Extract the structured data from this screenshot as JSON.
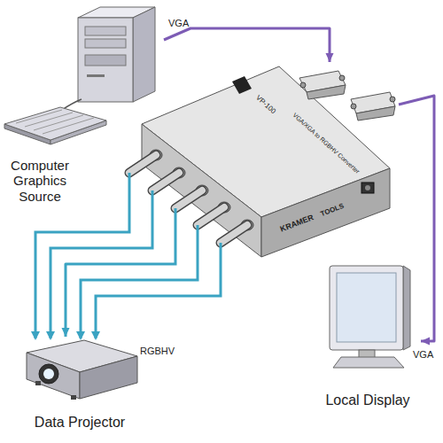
{
  "diagram": {
    "nodes": [
      {
        "text": [
          "Computer Graphics Source"
        ]
      },
      {
        "text": [
          "VP-100",
          "VGA/XGA to RGBHV Converter",
          "KRAMER",
          "TOOLS"
        ]
      },
      {
        "text": [
          "Data Projector"
        ]
      },
      {
        "text": [
          "Local Display"
        ]
      }
    ],
    "edges": [
      {
        "from": 0,
        "to": 1,
        "arrow": "to",
        "label": "VGA"
      },
      {
        "from": 1,
        "to": 3,
        "arrow": "to",
        "label": "VGA"
      },
      {
        "from": 1,
        "to": 2,
        "arrow": "to",
        "label": "RGBHV"
      }
    ]
  }
}
